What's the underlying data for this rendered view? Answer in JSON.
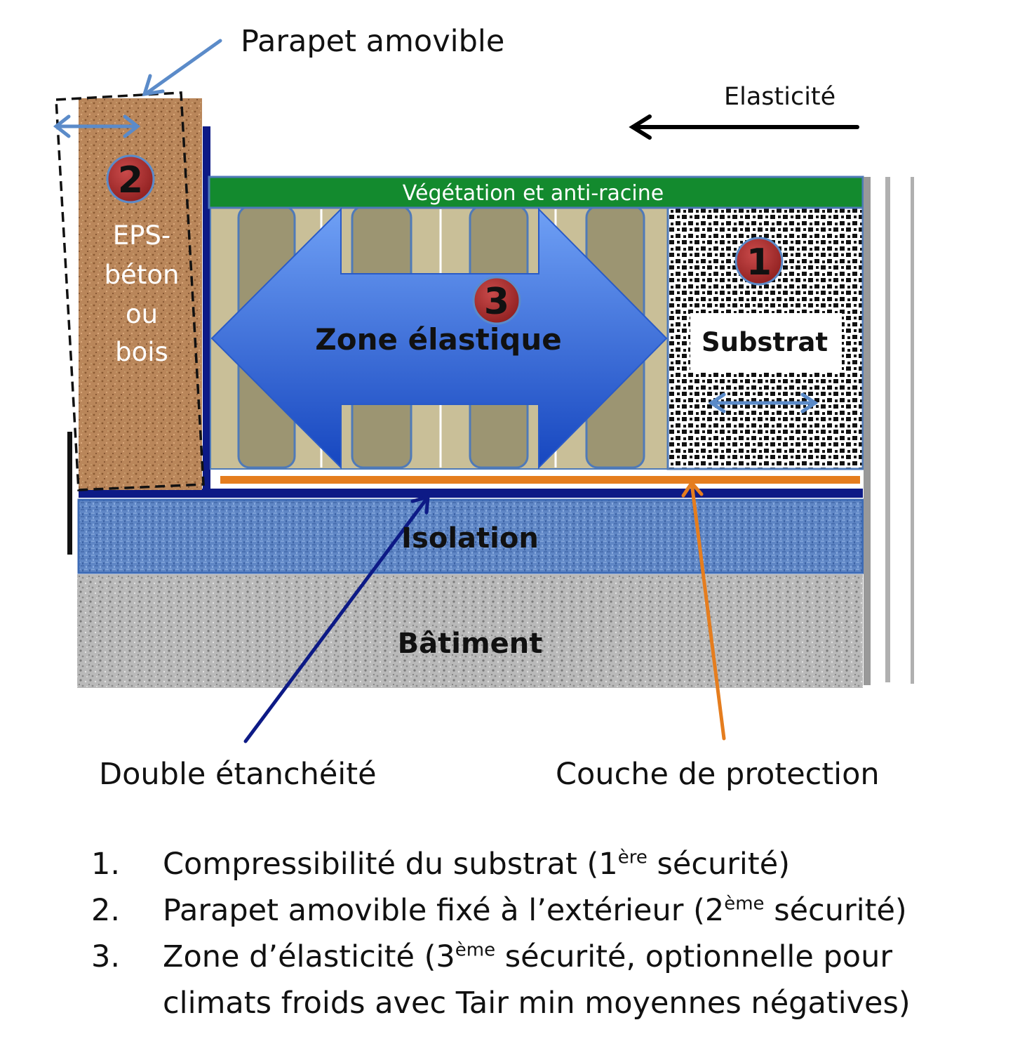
{
  "labels": {
    "parapet": "Parapet amovible",
    "elasticite": "Elasticité",
    "vegetation": "Végétation et anti-racine",
    "eps_line1": "EPS-",
    "eps_line2": "béton",
    "eps_line3": "ou",
    "eps_line4": "bois",
    "zone": "Zone élastique",
    "substrat": "Substrat",
    "isolation": "Isolation",
    "batiment": "Bâtiment",
    "double": "Double étanchéité",
    "couche": "Couche de protection"
  },
  "badges": {
    "b1": "1",
    "b2": "2",
    "b3": "3"
  },
  "legend": [
    {
      "num": "1.",
      "before": "Compressibilité du substrat (1",
      "sup": "ère",
      "after": " sécurité)"
    },
    {
      "num": "2.",
      "before": "Parapet amovible fixé à l’extérieur (2",
      "sup": "ème",
      "after": " sécurité)"
    },
    {
      "num": "3.",
      "before": "Zone d’élasticité (3",
      "sup": "ème",
      "after": " sécurité, optionnelle pour climats froids avec Tair min moyennes négatives)"
    }
  ],
  "colors": {
    "vegetation": "#138a2e",
    "membrane": "#0d1a86",
    "protection": "#e57d1e",
    "zone_arrow": "#2c6ee6",
    "badge": "#b02a2a",
    "insulation": "#5f86c5",
    "parapet": "#b58256",
    "pointer": "#5b8bc9"
  }
}
